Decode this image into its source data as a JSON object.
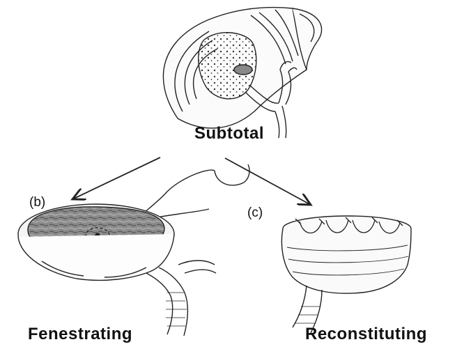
{
  "labels": {
    "top": "Subtotal",
    "left_marker": "(b)",
    "right_marker": "(c)",
    "left_caption": "Fenestrating",
    "right_caption": "Reconstituting"
  },
  "colors": {
    "ink": "#222222",
    "background": "#ffffff",
    "stone_fill": "#d9d5cf",
    "lumen_fill": "#8d8d8d"
  }
}
